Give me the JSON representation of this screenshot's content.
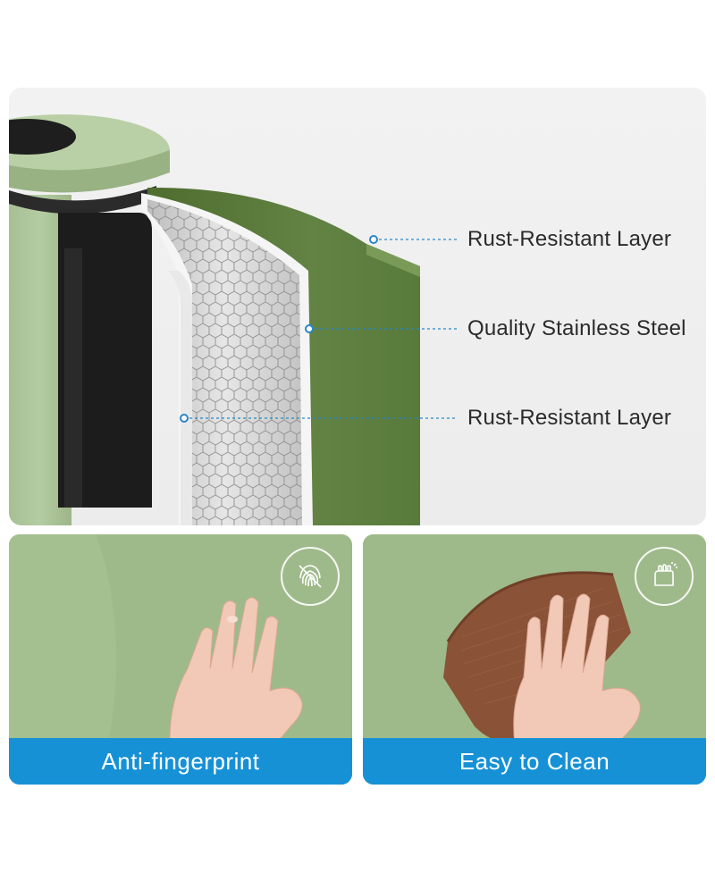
{
  "layers": {
    "outer_label": "Rust-Resistant Layer",
    "middle_label": "Quality Stainless Steel",
    "inner_label": "Rust-Resistant Layer"
  },
  "features": [
    {
      "caption": "Anti-fingerprint",
      "icon": "no-fingerprint-icon"
    },
    {
      "caption": "Easy to Clean",
      "icon": "wipe-clean-icon"
    }
  ],
  "colors": {
    "sage_green": "#9fba8a",
    "olive_green": "#5f7f3c",
    "caption_blue": "#1691d6",
    "towel_brown": "#8a5236",
    "callout_blue": "#2a86c7"
  }
}
